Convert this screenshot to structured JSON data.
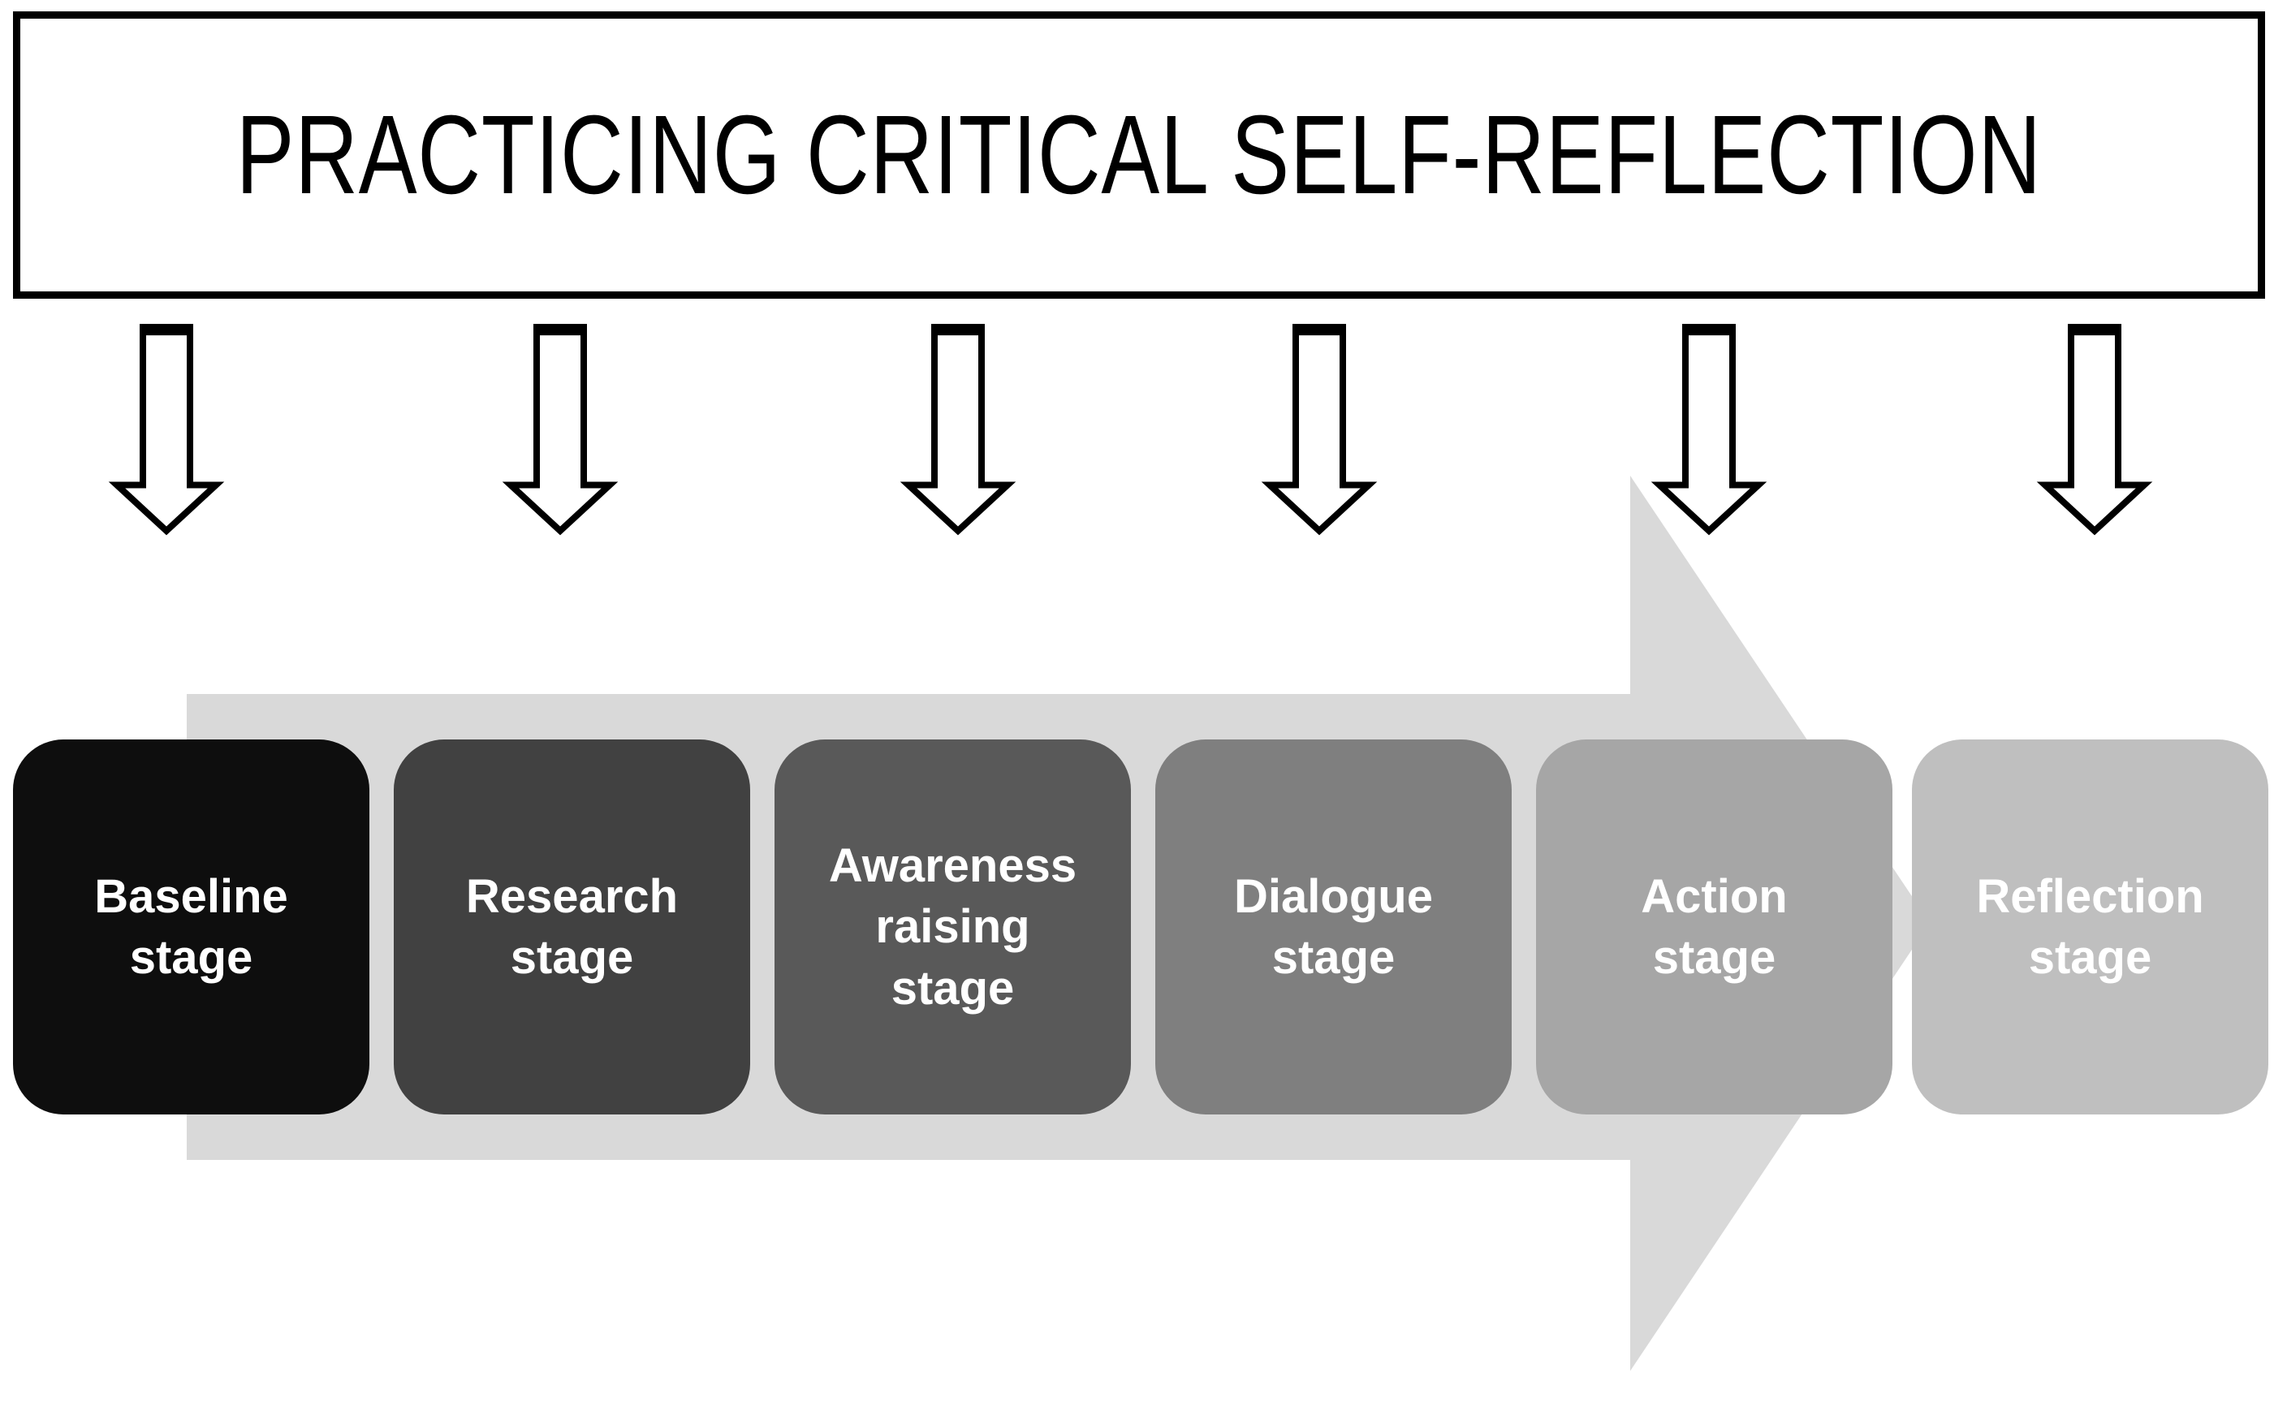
{
  "title": "PRACTICING CRITICAL SELF-REFLECTION",
  "stages": [
    {
      "label": "Baseline\nstage",
      "color": "#0e0e0e"
    },
    {
      "label": "Research\nstage",
      "color": "#414141"
    },
    {
      "label": "Awareness\nraising\nstage",
      "color": "#595959"
    },
    {
      "label": "Dialogue\nstage",
      "color": "#7f7f7f"
    },
    {
      "label": "Action\nstage",
      "color": "#a6a6a6"
    },
    {
      "label": "Reflection\nstage",
      "color": "#bfbfbf"
    }
  ],
  "colors": {
    "process_arrow": "#d9d9d9",
    "stage_text": "#ffffff",
    "title_text": "#000000",
    "title_border": "#000000",
    "down_arrow_outline": "#000000",
    "down_arrow_fill": "#ffffff",
    "background": "#ffffff"
  }
}
